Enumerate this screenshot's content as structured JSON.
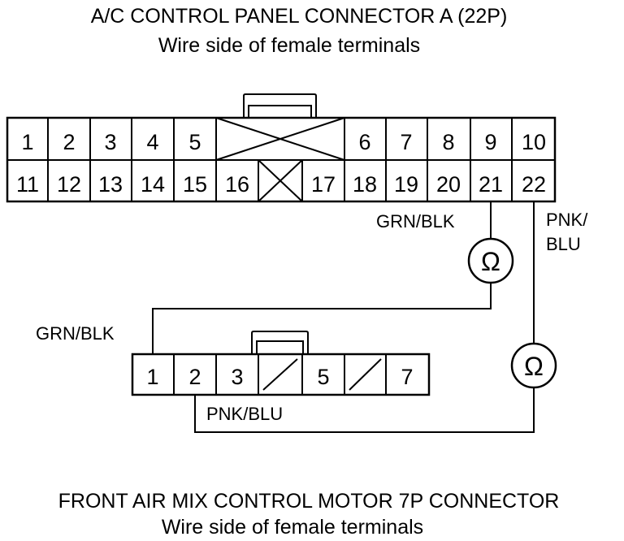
{
  "top_connector": {
    "title": "A/C CONTROL PANEL CONNECTOR A (22P)",
    "subtitle": "Wire side of female terminals",
    "row1": [
      "1",
      "2",
      "3",
      "4",
      "5",
      "6",
      "7",
      "8",
      "9",
      "10"
    ],
    "row2": [
      "11",
      "12",
      "13",
      "14",
      "15",
      "16",
      "17",
      "18",
      "19",
      "20",
      "21",
      "22"
    ]
  },
  "bottom_connector": {
    "title": "FRONT AIR MIX CONTROL MOTOR 7P CONNECTOR",
    "subtitle": "Wire side of female terminals",
    "pins": [
      "1",
      "2",
      "3",
      "5",
      "7"
    ]
  },
  "wires": {
    "grn_blk_top": "GRN/BLK",
    "pnk_blu_top_line1": "PNK/",
    "pnk_blu_top_line2": "BLU",
    "grn_blk_bottom": "GRN/BLK",
    "pnk_blu_bottom": "PNK/BLU"
  },
  "meters": {
    "symbol": "Ω",
    "icon": "ohmmeter-icon"
  },
  "colors": {
    "line": "#000000",
    "background": "#ffffff"
  }
}
